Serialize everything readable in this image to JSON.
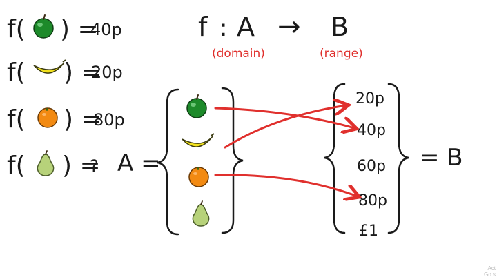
{
  "function_rules": [
    {
      "prefix": "f(",
      "fruit": "apple-icon",
      "suffix": ") =",
      "value": "40p"
    },
    {
      "prefix": "f(",
      "fruit": "banana-icon",
      "suffix": ") =",
      "value": "20p"
    },
    {
      "prefix": "f(",
      "fruit": "orange-icon",
      "suffix": ") =",
      "value": "80p"
    },
    {
      "prefix": "f(",
      "fruit": "pear-icon",
      "suffix": ") =",
      "value": "?"
    }
  ],
  "mapping_notation": {
    "f": "f",
    "colon": ":",
    "domain_set": "A",
    "arrow": "→",
    "range_set": "B",
    "domain_caption": "(domain)",
    "range_caption": "(range)"
  },
  "set_A_label": "A =",
  "set_A_elements": [
    "apple-icon",
    "banana-icon",
    "orange-icon",
    "pear-icon"
  ],
  "set_B_label": "= B",
  "set_B_elements": [
    "20p",
    "40p",
    "60p",
    "80p",
    "£1"
  ],
  "arrows": [
    {
      "from": "apple-icon",
      "to": "40p"
    },
    {
      "from": "banana-icon",
      "to": "20p"
    },
    {
      "from": "orange-icon",
      "to": "80p"
    }
  ],
  "colors": {
    "ink": "#1a1a1a",
    "arrow": "#e0302d",
    "caption": "#e0302d"
  },
  "watermark": [
    "Act",
    "Go s"
  ]
}
